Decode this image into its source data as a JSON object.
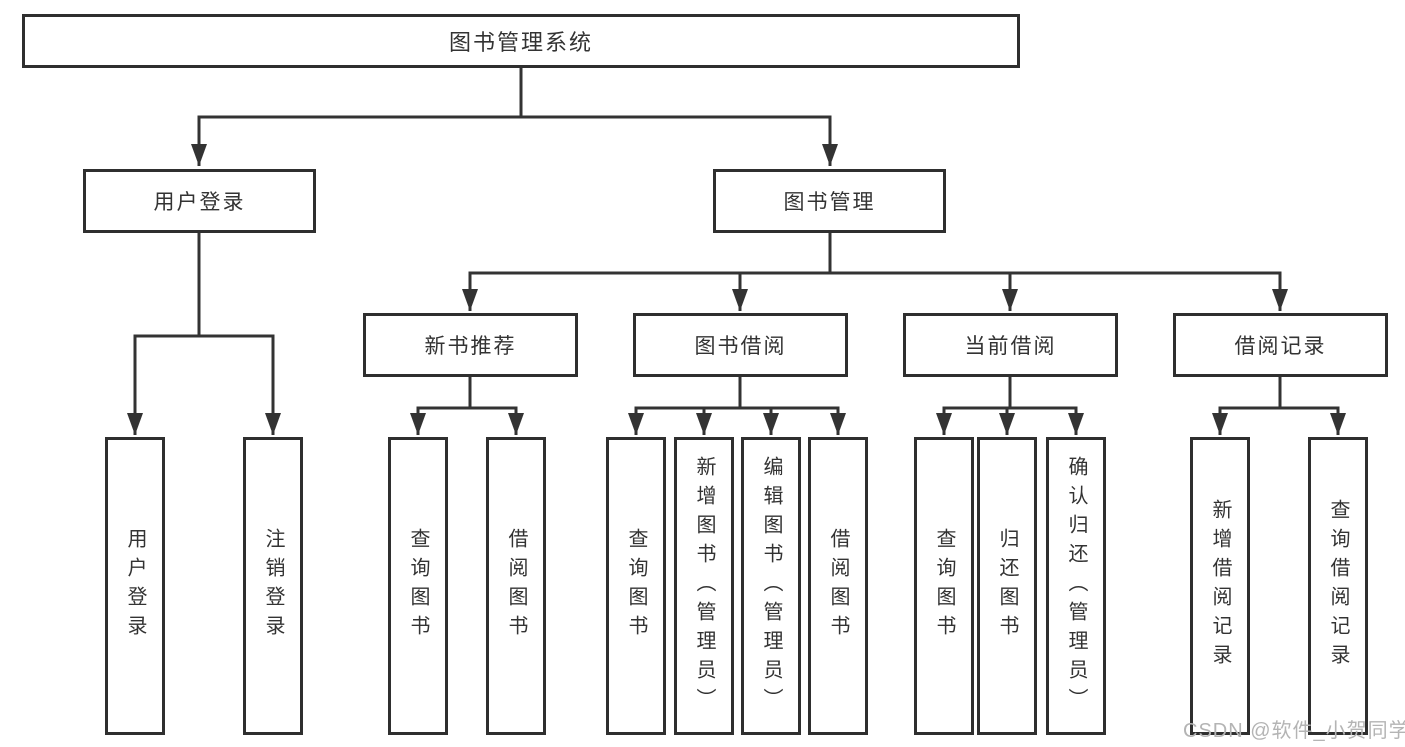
{
  "diagram_title": "图书管理系统",
  "tree": {
    "label": "图书管理系统",
    "children": [
      {
        "label": "用户登录",
        "children": [
          {
            "label": "用户登录"
          },
          {
            "label": "注销登录"
          }
        ]
      },
      {
        "label": "图书管理",
        "children": [
          {
            "label": "新书推荐",
            "children": [
              {
                "label": "查询图书"
              },
              {
                "label": "借阅图书"
              }
            ]
          },
          {
            "label": "图书借阅",
            "children": [
              {
                "label": "查询图书"
              },
              {
                "label": "新增图书（管理员）"
              },
              {
                "label": "编辑图书（管理员）"
              },
              {
                "label": "借阅图书"
              }
            ]
          },
          {
            "label": "当前借阅",
            "children": [
              {
                "label": "查询图书"
              },
              {
                "label": "归还图书"
              },
              {
                "label": "确认归还（管理员）"
              }
            ]
          },
          {
            "label": "借阅记录",
            "children": [
              {
                "label": "新增借阅记录"
              },
              {
                "label": "查询借阅记录"
              }
            ]
          }
        ]
      }
    ]
  },
  "watermark": {
    "text": "CSDN @软件_小贺同学"
  },
  "colors": {
    "line": "#333333",
    "box_border": "#2f2f2f",
    "text": "#333333",
    "watermark": "#b4b4b4",
    "background": "#ffffff"
  }
}
